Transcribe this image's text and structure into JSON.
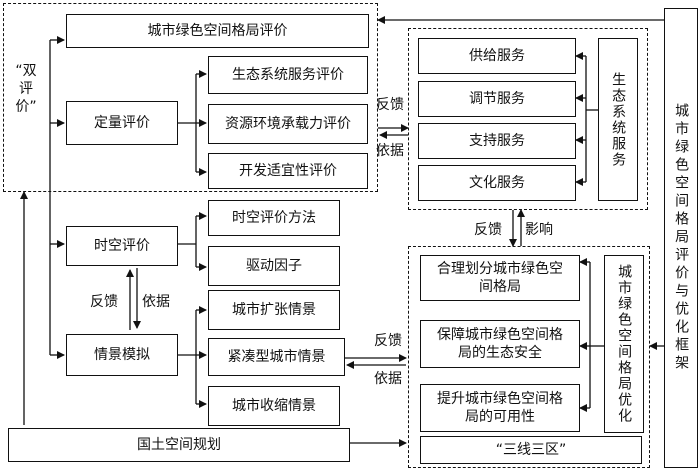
{
  "double_eval": "“双评价”",
  "urban_green_eval": "城市绿色空间格局评价",
  "quant_eval": "定量评价",
  "eco_service_eval": "生态系统服务评价",
  "resource_capacity_eval": "资源环境承载力评价",
  "dev_suitability_eval": "开发适宜性评价",
  "services": [
    "供给服务",
    "调节服务",
    "支持服务",
    "文化服务"
  ],
  "eco_services": "生态系统服务",
  "right_frame": "城市绿色空间格局评价与优化框架",
  "spatiotemporal_eval": "时空评价",
  "st_method": "时空评价方法",
  "driving_factor": "驱动因子",
  "scenario_sim": "情景模拟",
  "scenarios": [
    "城市扩张情景",
    "紧凑型城市情景",
    "城市收缩情景"
  ],
  "land_planning": "国土空间规划",
  "feedback": "反馈",
  "basis": "依据",
  "influence": "影响",
  "optimizations": [
    "合理划分城市绿色空间格局",
    "保障城市绿色空间格局的生态安全",
    "提升城市绿色空间格局的可用性"
  ],
  "optimization_title": "城市绿色空间格局优化",
  "three_lines": "“三线三区”"
}
